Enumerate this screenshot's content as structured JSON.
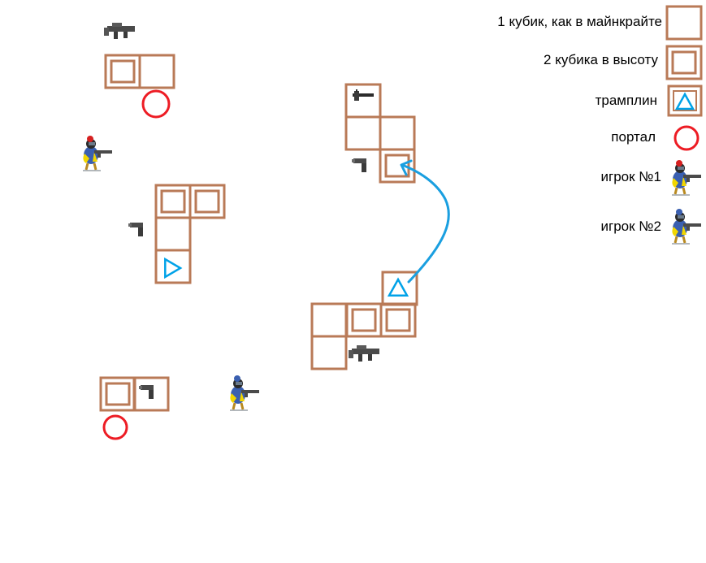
{
  "legend": {
    "items": [
      {
        "key": "block",
        "label": "1 кубик, как в майнкрайте"
      },
      {
        "key": "block2",
        "label": "2 кубика в высоту"
      },
      {
        "key": "jump",
        "label": "трамплин"
      },
      {
        "key": "portal",
        "label": "портал"
      },
      {
        "key": "player1",
        "label": "игрок №1"
      },
      {
        "key": "player2",
        "label": "игрок №2"
      }
    ]
  },
  "colors": {
    "block": "#b97a57",
    "portal": "#ed1c24",
    "trampoline": "#00a2e8",
    "arrow": "#1a9fe0",
    "gun": "#4a4a4a",
    "player_body": "#3a5fb0",
    "player_accent": "#f2d600",
    "player1_head": "#d62020",
    "player2_head": "#3a5fb0"
  },
  "icons": {
    "block": "square-block-icon",
    "block2": "double-block-icon",
    "jump": "trampoline-triangle-icon",
    "portal": "portal-circle-icon",
    "player": "soldier-icon",
    "gun": "weapon-icon"
  }
}
